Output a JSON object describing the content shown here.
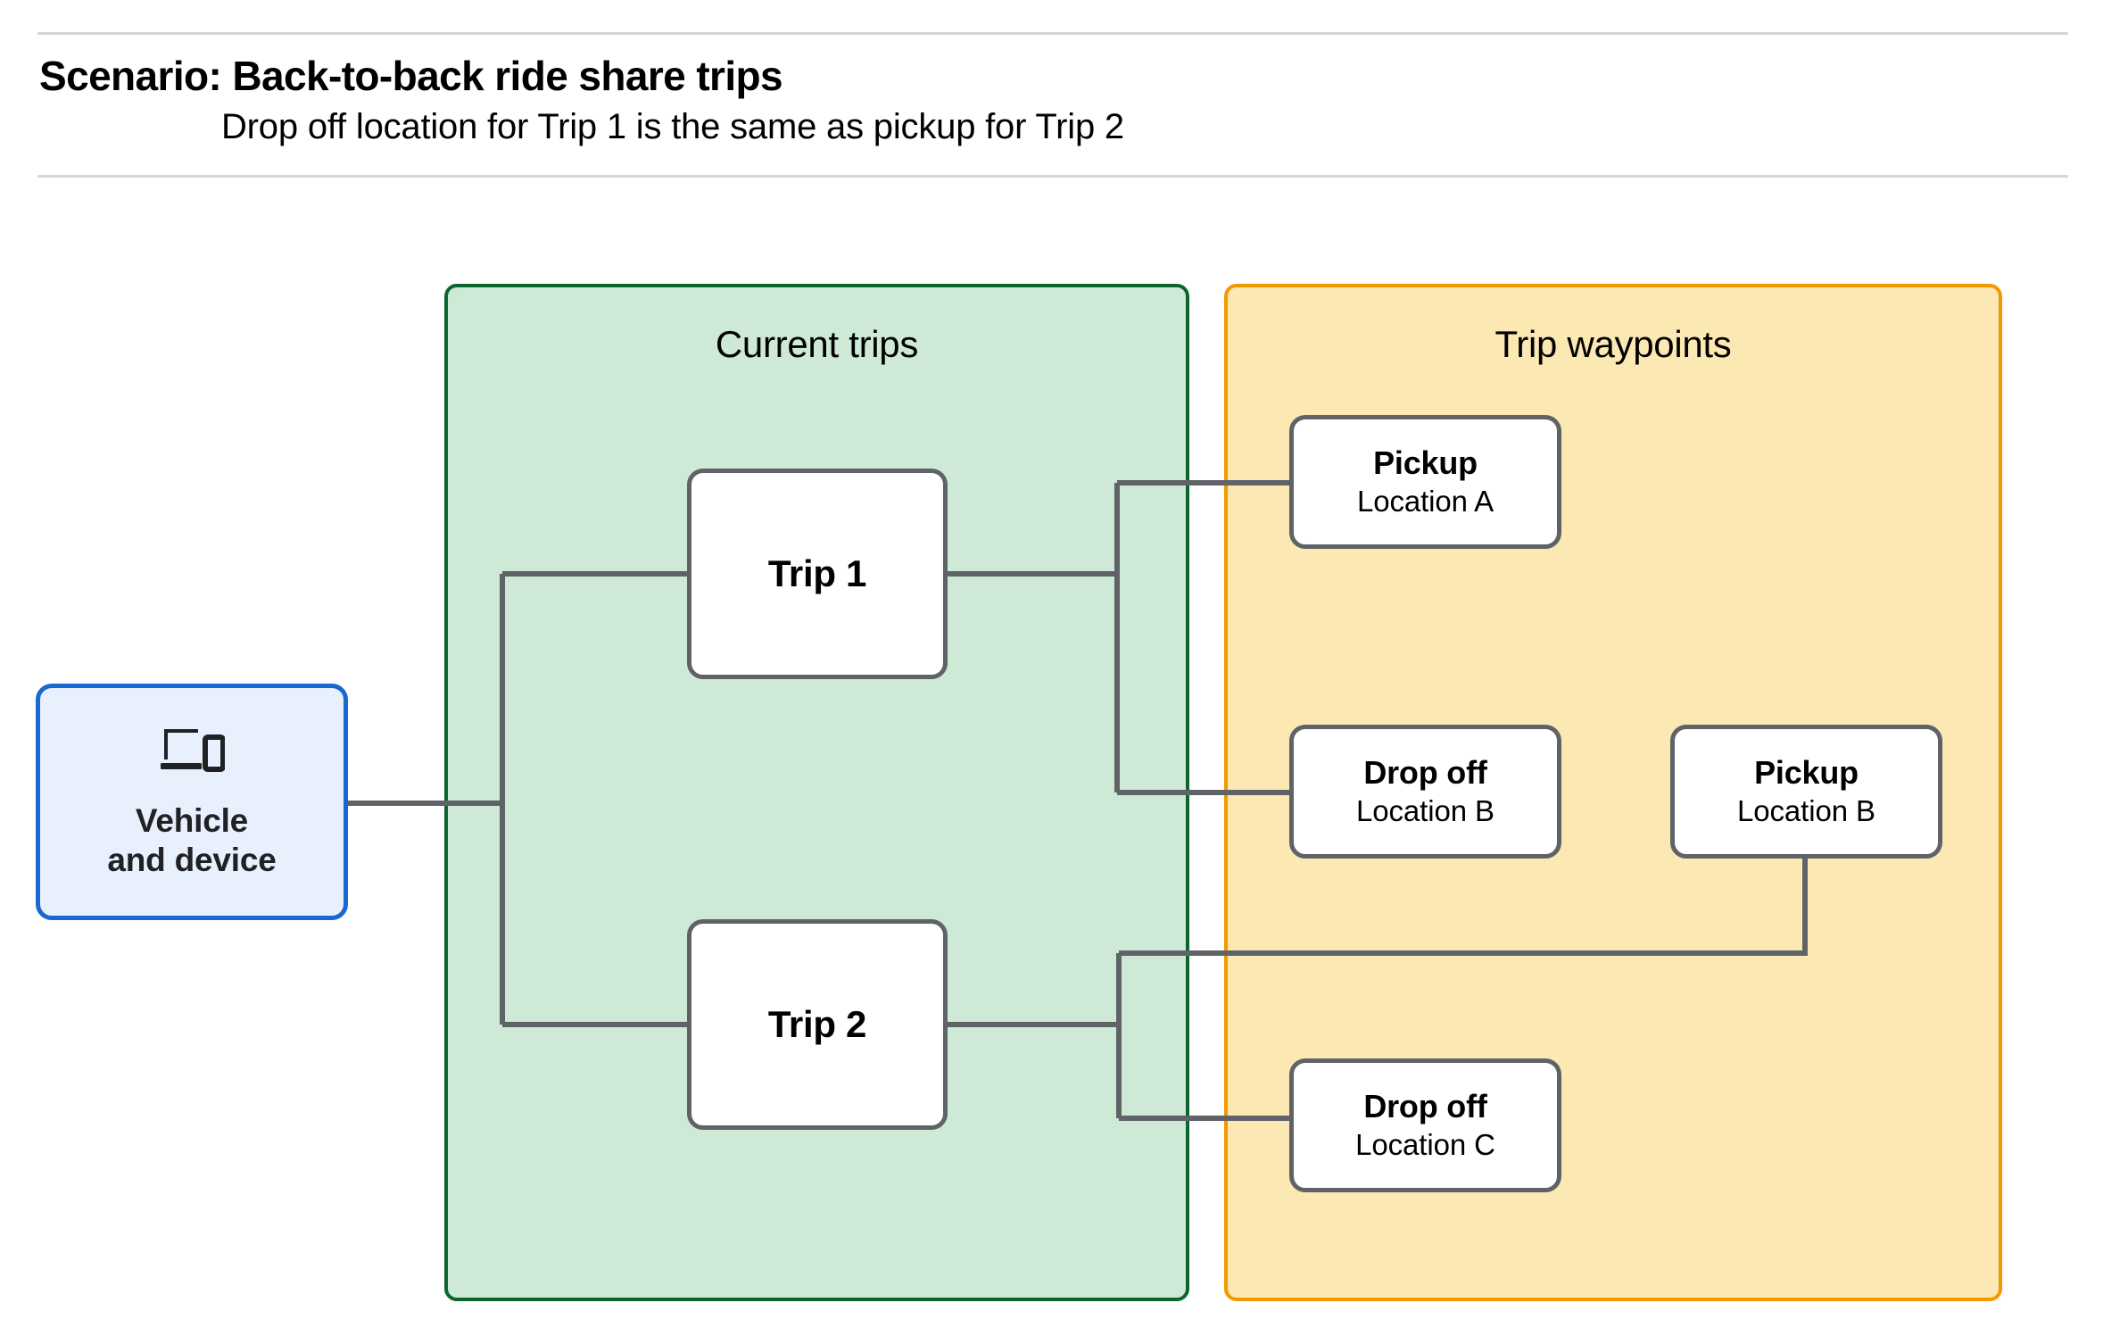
{
  "header": {
    "title": "Scenario: Back-to-back ride share trips",
    "subtitle": "Drop off  location for Trip 1 is the same as pickup for Trip 2"
  },
  "groups": {
    "current_trips": {
      "title": "Current trips",
      "fill": "#ceead6",
      "border": "#0d652d"
    },
    "trip_waypoints": {
      "title": "Trip waypoints",
      "fill": "#fce8b2",
      "border": "#f29900"
    }
  },
  "vehicle": {
    "label": "Vehicle\nand device",
    "icon": "devices-icon",
    "fill": "#e8f0fe",
    "border": "#1967d2"
  },
  "trips": [
    {
      "label": "Trip 1"
    },
    {
      "label": "Trip 2"
    }
  ],
  "waypoints": [
    {
      "kind": "Pickup",
      "location": "Location A"
    },
    {
      "kind": "Drop off",
      "location": "Location B"
    },
    {
      "kind": "Pickup",
      "location": "Location B"
    },
    {
      "kind": "Drop off",
      "location": "Location C"
    }
  ],
  "colors": {
    "connector": "#5f6368",
    "node_border": "#5f6368",
    "node_fill": "#ffffff",
    "rule": "#d6d6d6",
    "text": "#000000"
  }
}
